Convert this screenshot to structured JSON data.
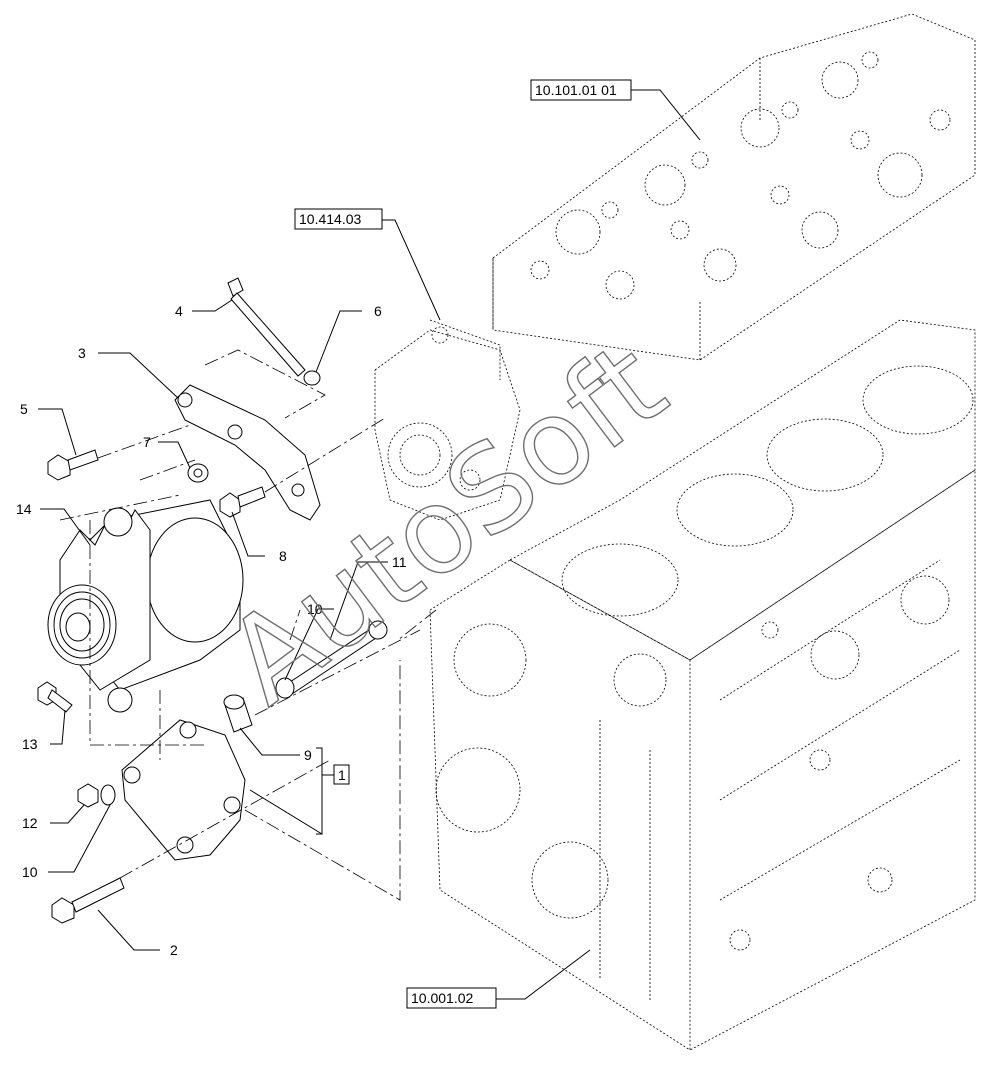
{
  "callouts": {
    "c2": "2",
    "c3": "3",
    "c4": "4",
    "c5": "5",
    "c6": "6",
    "c7": "7",
    "c8": "8",
    "c9": "9",
    "c10a": "10",
    "c10b": "10",
    "c11": "11",
    "c12": "12",
    "c13": "13",
    "c14": "14",
    "c1": "1"
  },
  "references": {
    "head": "10.101.01 01",
    "pump": "10.414.03",
    "block": "10.001.02"
  },
  "watermark": "AutoSoft"
}
